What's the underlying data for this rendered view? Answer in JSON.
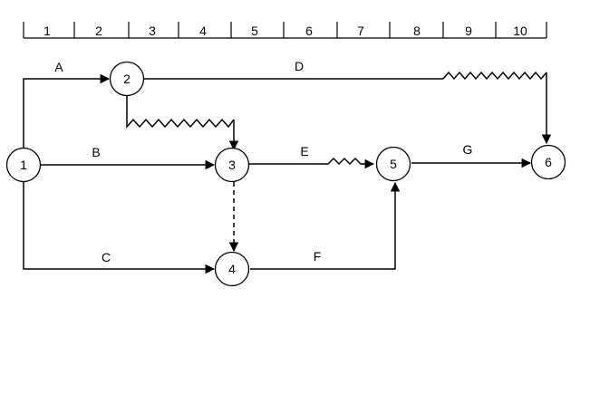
{
  "timescale": {
    "labels": [
      "1",
      "2",
      "3",
      "4",
      "5",
      "6",
      "7",
      "8",
      "9",
      "10"
    ]
  },
  "nodes": {
    "n1": "1",
    "n2": "2",
    "n3": "3",
    "n4": "4",
    "n5": "5",
    "n6": "6"
  },
  "activities": {
    "a": "A",
    "b": "B",
    "c": "C",
    "d": "D",
    "e": "E",
    "f": "F",
    "g": "G"
  },
  "colors": {
    "line": "#000000",
    "background": "#ffffff"
  }
}
